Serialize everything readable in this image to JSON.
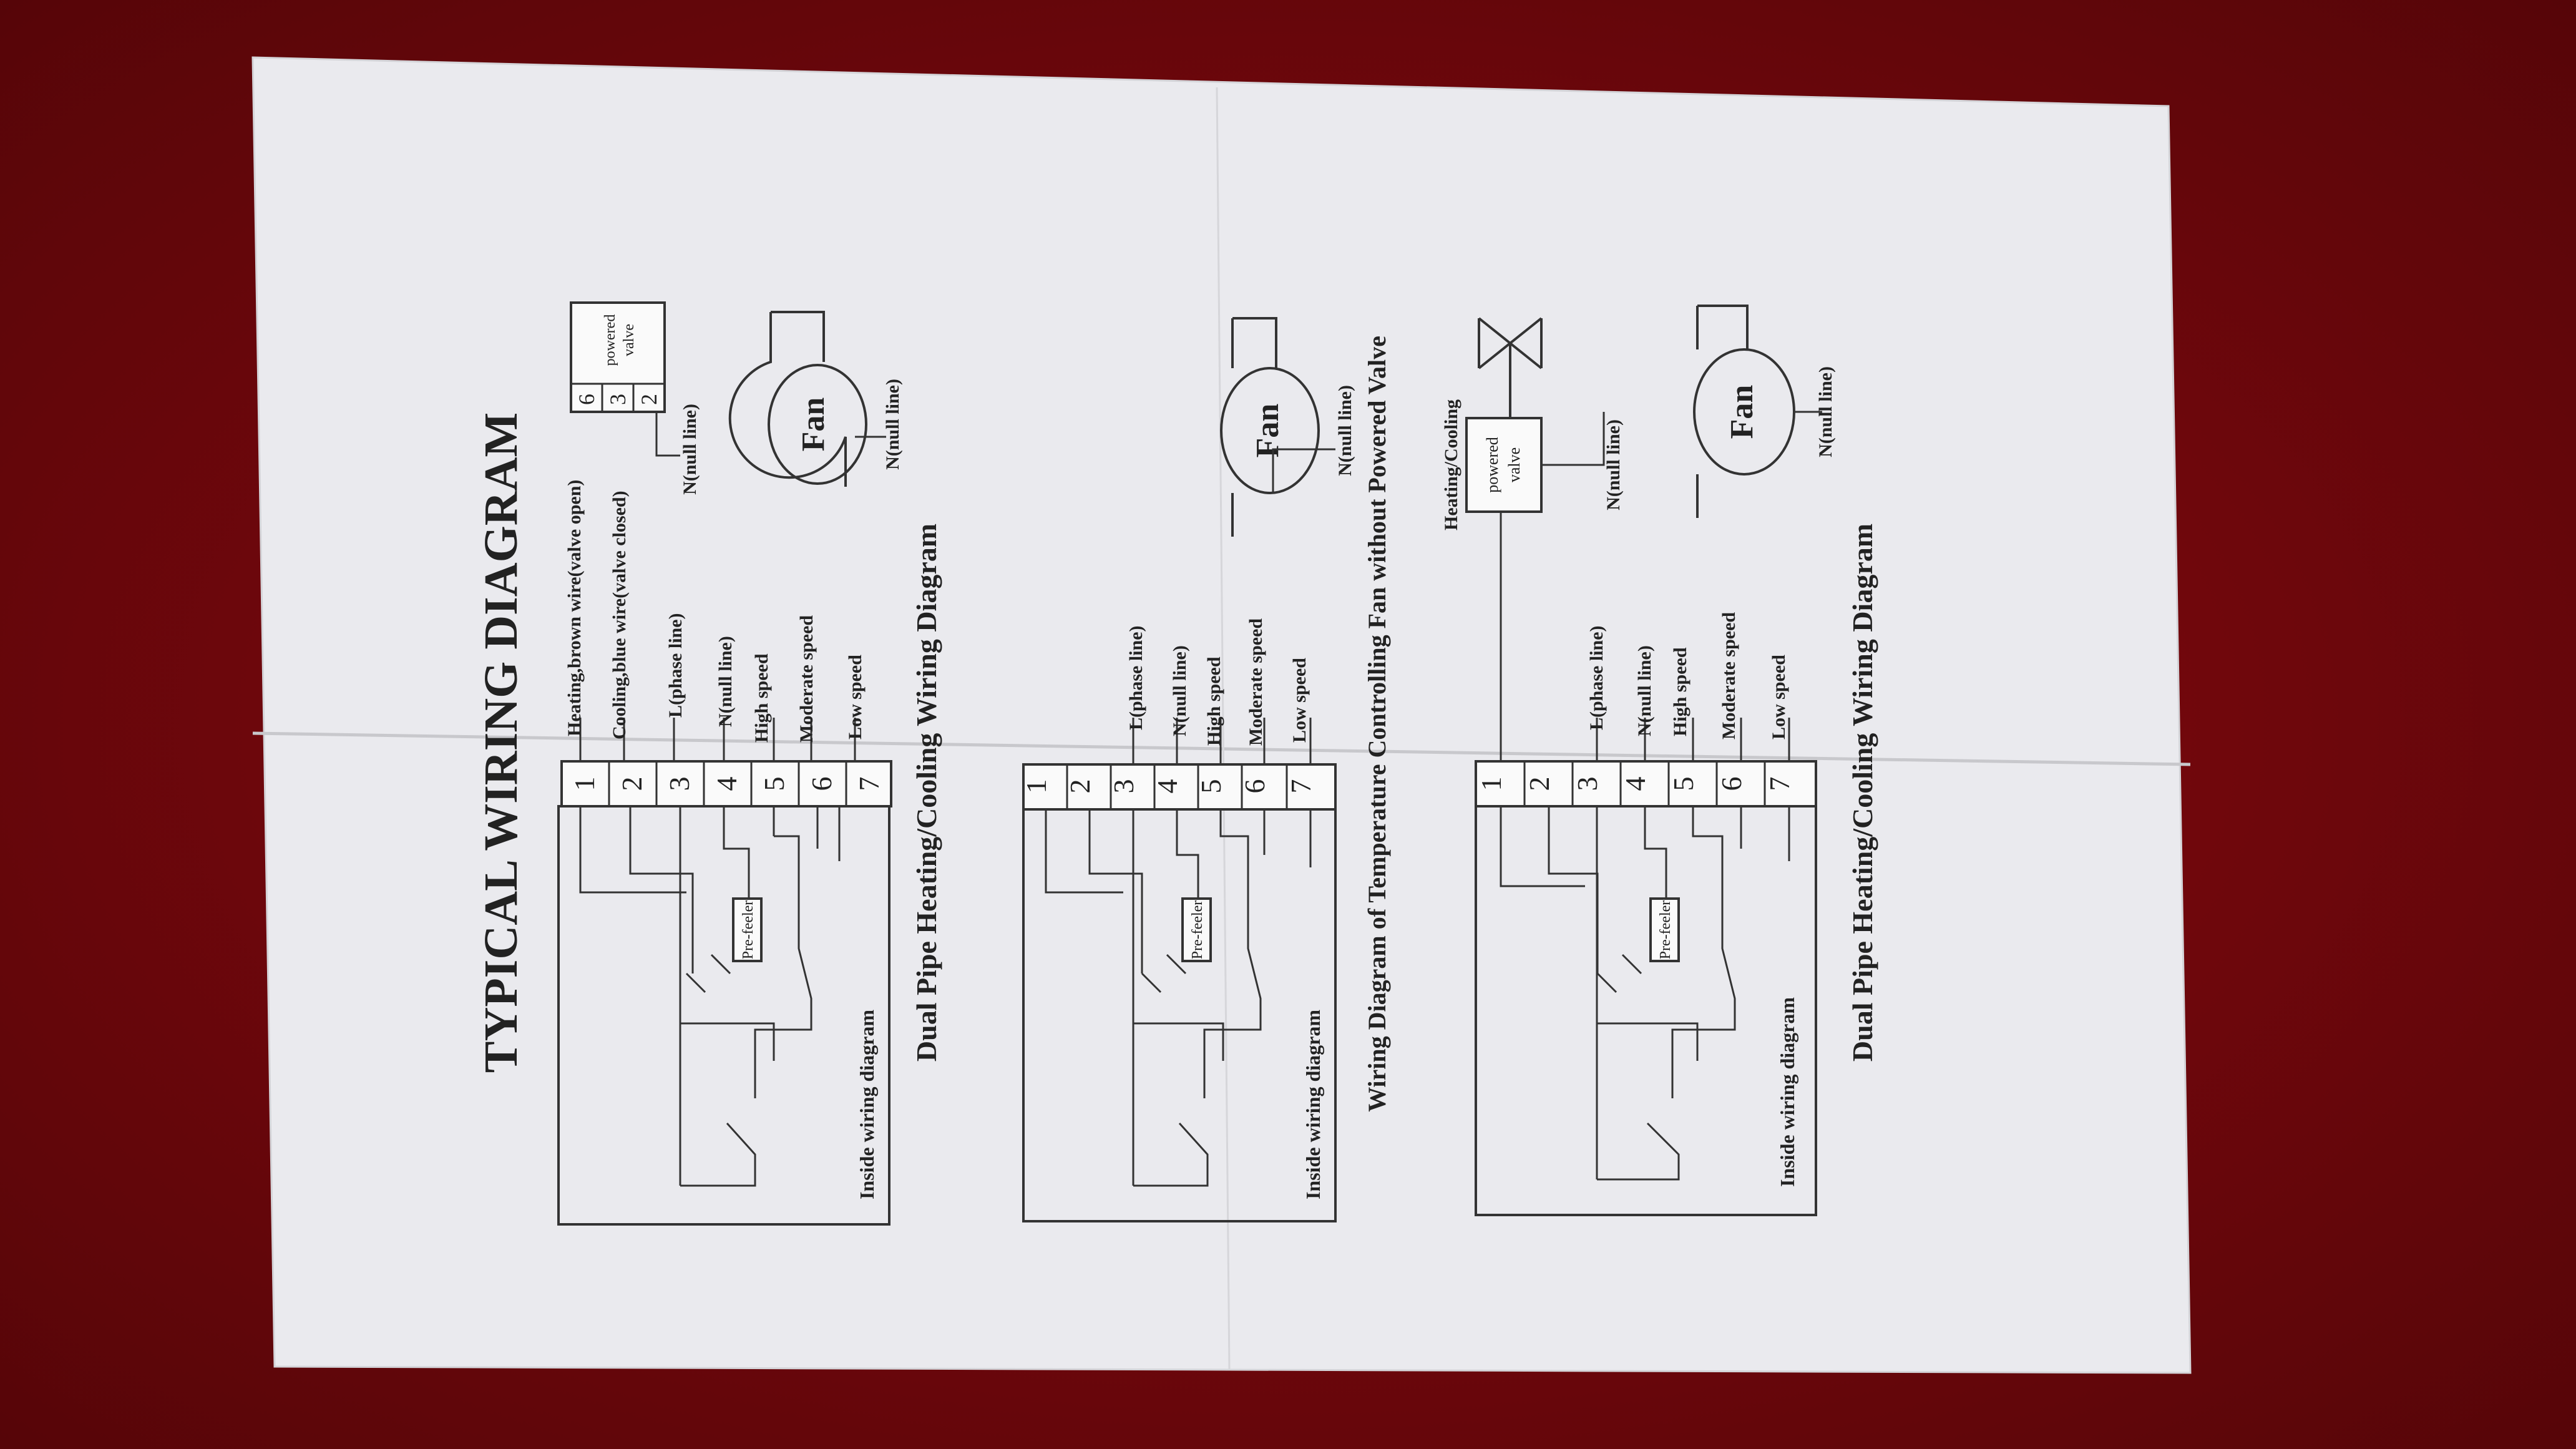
{
  "document": {
    "title": "TYPICAL WIRING DIAGRAM",
    "terminal_numbers": [
      "1",
      "2",
      "3",
      "4",
      "5",
      "6",
      "7"
    ],
    "diagram1": {
      "caption": "Dual Pipe Heating/Cooling Wiring Diagram",
      "inside_label": "Inside wiring diagram",
      "pre_feeler": "Pre-feeler",
      "terminals": [
        "Heating,brown wire(valve open)",
        "Cooling,blue wire(valve closed)",
        "L(phase line)",
        "N(null line)",
        "High speed",
        "Moderate speed",
        "Low speed"
      ],
      "valve_numbers": [
        "6",
        "3",
        "2"
      ],
      "valve_label_1": "powered",
      "valve_label_2": "valve",
      "valve_null": "N(null line)",
      "fan_label": "Fan",
      "fan_null": "N(null line)"
    },
    "diagram2": {
      "caption": "Wiring Diagram of Temperature Controlling Fan without Powered Valve",
      "inside_label": "Inside wiring diagram",
      "pre_feeler": "Pre-feeler",
      "terminals": [
        "L(phase line)",
        "N(null line)",
        "High speed",
        "Moderate speed",
        "Low speed"
      ],
      "fan_label": "Fan",
      "fan_null": "N(null line)"
    },
    "diagram3": {
      "caption": "Dual Pipe Heating/Cooling Wiring Diagram",
      "inside_label": "Inside wiring diagram",
      "pre_feeler": "Pre-feeler",
      "heating_cooling": "Heating/Cooling",
      "valve_label_1": "powered",
      "valve_label_2": "valve",
      "valve_null": "N(null line)",
      "terminals": [
        "L(phase line)",
        "N(null line)",
        "High speed",
        "Moderate speed",
        "Low speed"
      ],
      "fan_label": "Fan",
      "fan_null": "N(null line)"
    }
  }
}
